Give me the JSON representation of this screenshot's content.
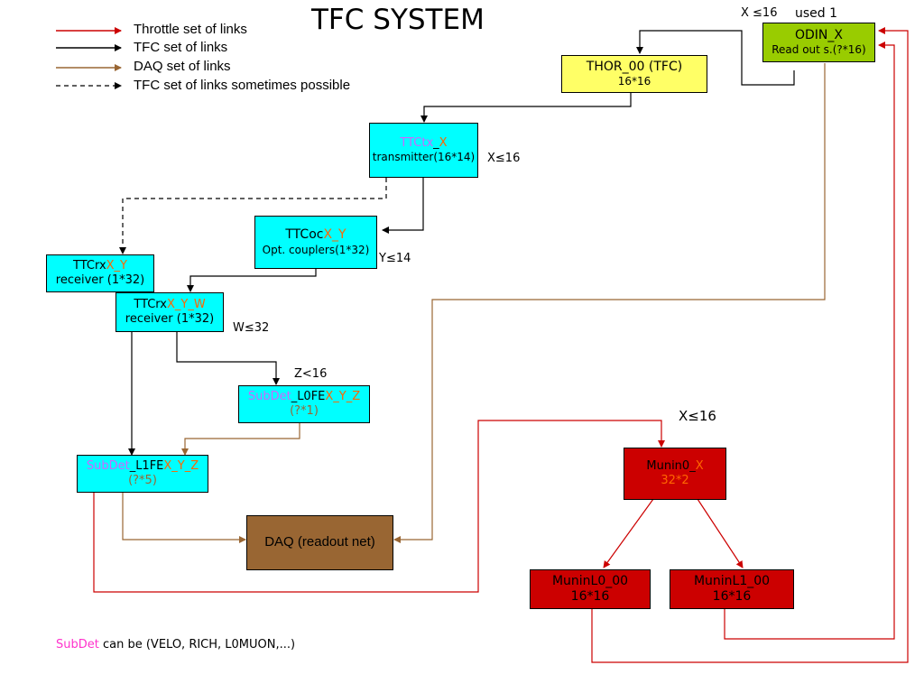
{
  "title": "TFC SYSTEM",
  "legend": [
    {
      "label": "Throttle set of links",
      "color": "#cc0000",
      "style": "solid"
    },
    {
      "label": "TFC set of links",
      "color": "#000000",
      "style": "solid"
    },
    {
      "label": "DAQ set of links",
      "color": "#996633",
      "style": "solid"
    },
    {
      "label": "TFC set of links sometimes possible",
      "color": "#000000",
      "style": "dashed"
    }
  ],
  "colors": {
    "throttle": "#cc0000",
    "tfc": "#000000",
    "daq": "#996633",
    "node_cyan": "#00ffff",
    "node_red": "#cc0000"
  },
  "nodes": {
    "odin": {
      "line1": "ODIN_X",
      "line2": "Read out s.(?*16)",
      "note_used": "used 1",
      "note_x": "X ≤16"
    },
    "thor": {
      "line1": "THOR_00 (TFC)",
      "line2": "16*16"
    },
    "ttctx": {
      "line1_a": "TTCtx",
      "line1_b": "_",
      "line1_c": "X",
      "line2": "transmitter(16*14)",
      "note": "X≤16"
    },
    "ttcoc": {
      "line1_a": "TTCoc",
      "line1_b": "X_Y",
      "line2": "Opt. couplers(1*32)",
      "note": "Y≤14"
    },
    "ttcrx_xy": {
      "line1_a": "TTCrx",
      "line1_b": "X_Y",
      "line2": "receiver (1*32)"
    },
    "ttcrx_xyw": {
      "line1_a": "TTCrx",
      "line1_b": "X_Y_W",
      "line2": "receiver (1*32)",
      "note": "W≤32"
    },
    "l0fe": {
      "line1_a": "SubDet",
      "line1_b": "_L0FE",
      "line1_c": "X_Y_Z",
      "line2": "(?*1)",
      "note": "Z<16"
    },
    "l1fe": {
      "line1_a": "SubDet",
      "line1_b": "_L1FE",
      "line1_c": "X_Y_Z",
      "line2": "(?*5)"
    },
    "daq": {
      "line1": "DAQ (readout net)"
    },
    "munin0": {
      "line1_a": "Munin0_",
      "line1_b": "X",
      "line2": "32*2",
      "note": "X≤16"
    },
    "muninl0": {
      "line1": "MuninL0_00",
      "line2": "16*16"
    },
    "muninl1": {
      "line1": "MuninL1_00",
      "line2": "16*16"
    }
  },
  "footnote": {
    "subdet": "SubDet",
    "rest": " can be (VELO, RICH, L0MUON,...)"
  }
}
